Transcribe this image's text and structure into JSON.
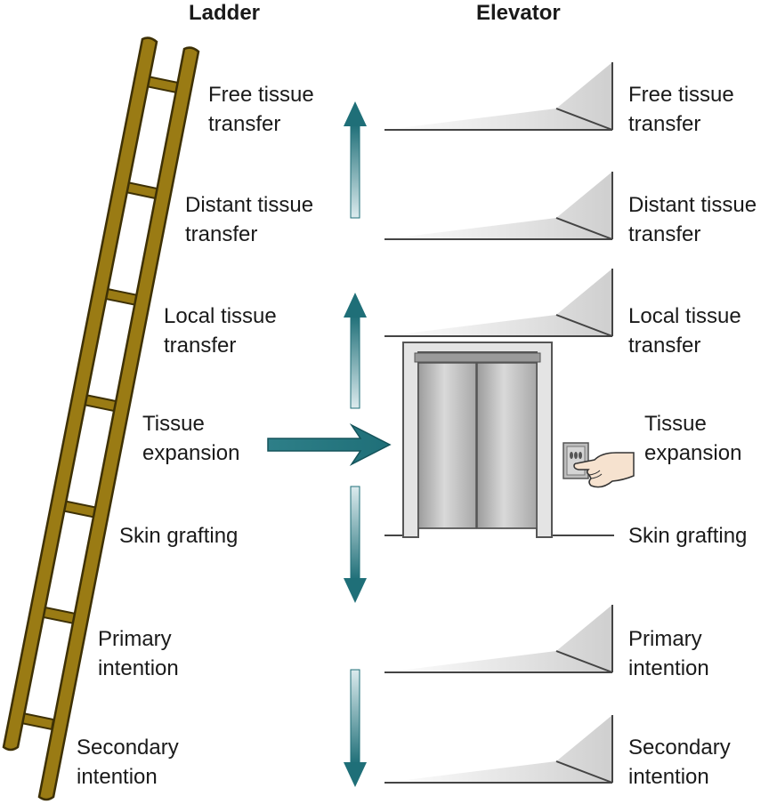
{
  "headings": {
    "ladder": "Ladder",
    "elevator": "Elevator"
  },
  "ladder_labels": [
    [
      "Free tissue",
      "transfer"
    ],
    [
      "Distant tissue",
      "transfer"
    ],
    [
      "Local tissue",
      "transfer"
    ],
    [
      "Tissue",
      "expansion"
    ],
    [
      "Skin grafting"
    ],
    [
      "Primary",
      "intention"
    ],
    [
      "Secondary",
      "intention"
    ]
  ],
  "elevator_labels": [
    [
      "Free tissue",
      "transfer"
    ],
    [
      "Distant tissue",
      "transfer"
    ],
    [
      "Local tissue",
      "transfer"
    ],
    [
      "Tissue",
      "expansion"
    ],
    [
      "Skin grafting"
    ],
    [
      "Primary",
      "intention"
    ],
    [
      "Secondary",
      "intention"
    ]
  ],
  "colors": {
    "ladder_fill": "#9a7b14",
    "ladder_stroke": "#3d3005",
    "arrow_teal": "#1f6f78",
    "arrow_light": "#dcebee",
    "elevator_door": "#b9b9b9",
    "elevator_frame": "#e4e4e4",
    "floor_line": "#444444"
  },
  "icons": [
    "ladder-icon",
    "elevator-icon",
    "call-button-icon",
    "pointing-hand-icon"
  ]
}
